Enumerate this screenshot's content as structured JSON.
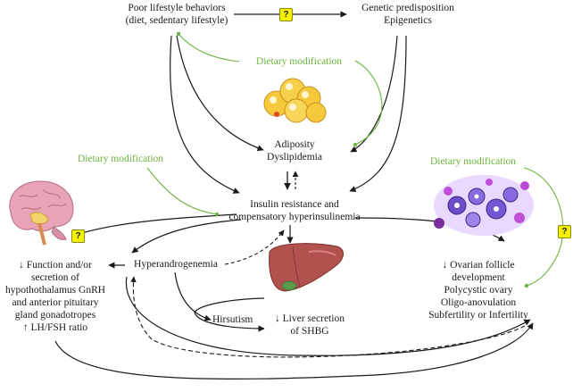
{
  "nodes": {
    "lifestyle": [
      "Poor lifestyle behaviors",
      "(diet, sedentary lifestyle)"
    ],
    "genetic": [
      "Genetic predisposition",
      "Epigenetics"
    ],
    "adiposity": [
      "Adiposity",
      "Dyslipidemia"
    ],
    "insulin": [
      "Insulin resistance and",
      "compensatory hyperinsulinemia"
    ],
    "hyperandrogenemia": "Hyperandrogenemia",
    "brain_effects": [
      "↓ Function and/or",
      "secretion of",
      "hypothothalamus GnRH",
      "and anterior pituitary",
      "gland gonadotropes",
      "↑ LH/FSH ratio"
    ],
    "ovary_effects": [
      "↓ Ovarian follicle",
      "development",
      "Polycystic ovary",
      "Oligo-anovulation",
      "Subfertility or Infertility"
    ],
    "liver": [
      "↓ Liver secretion",
      "of SHBG"
    ],
    "hirsutism": "Hirsutism"
  },
  "dietary_modification": {
    "top": "Dietary modification",
    "left": "Dietary modification",
    "right": "Dietary modification"
  },
  "question_mark": "?",
  "colors": {
    "arrow": "#1a1a1a",
    "dietary": "#6db33f",
    "badge": "#f4f000"
  },
  "icons": [
    "brain-icon",
    "fat-cells-icon",
    "liver-icon",
    "ovary-icon"
  ]
}
